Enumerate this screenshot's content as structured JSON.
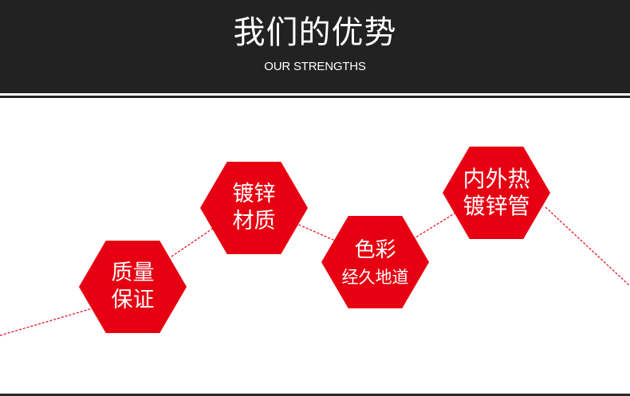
{
  "header": {
    "title": "我们的优势",
    "subtitle": "OUR STRENGTHS"
  },
  "colors": {
    "header_bg": "#222222",
    "accent_red": "#e60012",
    "connector": "#e60012"
  },
  "strengths": [
    {
      "line1": "质量",
      "line2": "保证"
    },
    {
      "line1": "镀锌",
      "line2": "材质"
    },
    {
      "line1": "色彩",
      "line2": "经久地道"
    },
    {
      "line1": "内外热",
      "line2": "镀锌管"
    }
  ]
}
